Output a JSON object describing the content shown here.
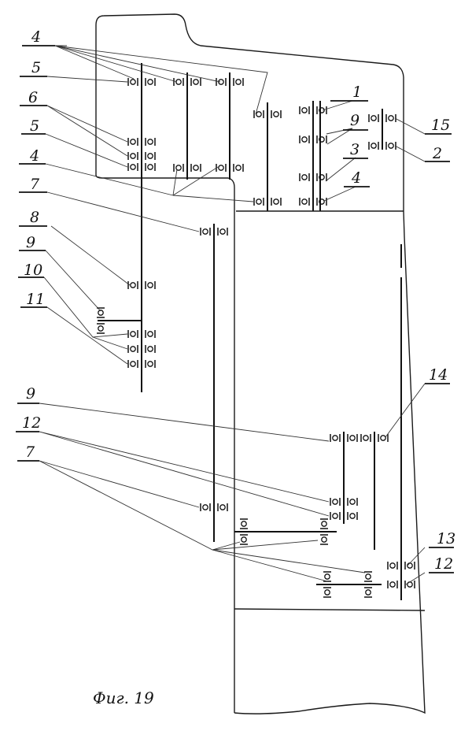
{
  "figure": {
    "caption": "Фиг. 19",
    "ink_color": "#111111",
    "background_color": "#ffffff"
  },
  "left_labels": [
    {
      "id": "lbl-4a",
      "text": "4"
    },
    {
      "id": "lbl-5a",
      "text": "5"
    },
    {
      "id": "lbl-6",
      "text": "6"
    },
    {
      "id": "lbl-5b",
      "text": "5"
    },
    {
      "id": "lbl-4b",
      "text": "4"
    },
    {
      "id": "lbl-7a",
      "text": "7"
    },
    {
      "id": "lbl-8",
      "text": "8"
    },
    {
      "id": "lbl-9a",
      "text": "9"
    },
    {
      "id": "lbl-10",
      "text": "10"
    },
    {
      "id": "lbl-11",
      "text": "11"
    },
    {
      "id": "lbl-9b",
      "text": "9"
    },
    {
      "id": "lbl-12a",
      "text": "12"
    },
    {
      "id": "lbl-7b",
      "text": "7"
    }
  ],
  "right_labels": [
    {
      "id": "lbl-1",
      "text": "1"
    },
    {
      "id": "lbl-9c",
      "text": "9"
    },
    {
      "id": "lbl-3",
      "text": "3"
    },
    {
      "id": "lbl-4c",
      "text": "4"
    },
    {
      "id": "lbl-15",
      "text": "15"
    },
    {
      "id": "lbl-2",
      "text": "2"
    },
    {
      "id": "lbl-14",
      "text": "14"
    },
    {
      "id": "lbl-13",
      "text": "13"
    },
    {
      "id": "lbl-12b",
      "text": "12"
    }
  ]
}
